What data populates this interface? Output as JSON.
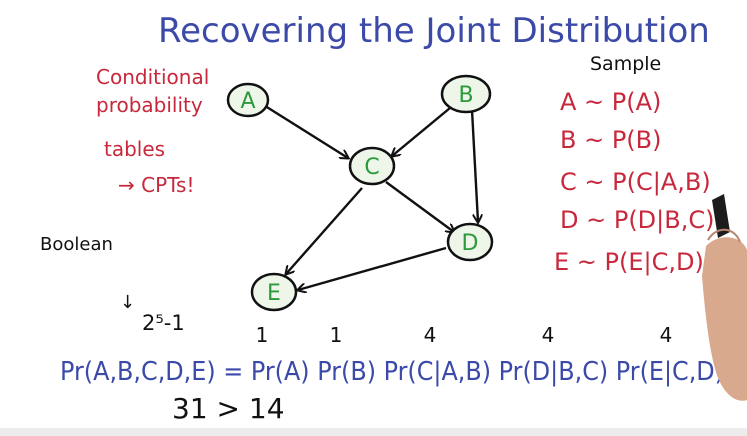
{
  "title": "Recovering the Joint Distribution",
  "cpt_note": [
    "Conditional",
    "probability",
    "tables",
    "→ CPTs!"
  ],
  "boolean_label": "Boolean",
  "nodes": [
    {
      "id": "A",
      "label": "A"
    },
    {
      "id": "B",
      "label": "B"
    },
    {
      "id": "C",
      "label": "C"
    },
    {
      "id": "D",
      "label": "D"
    },
    {
      "id": "E",
      "label": "E"
    }
  ],
  "edges": [
    {
      "from": "A",
      "to": "C"
    },
    {
      "from": "B",
      "to": "C"
    },
    {
      "from": "B",
      "to": "D"
    },
    {
      "from": "C",
      "to": "D"
    },
    {
      "from": "C",
      "to": "E"
    },
    {
      "from": "D",
      "to": "E"
    }
  ],
  "sample": {
    "heading": "Sample",
    "lines": [
      "A ~ P(A)",
      "B ~ P(B)",
      "C ~ P(C|A,B)",
      "D ~ P(D|B,C)",
      "E ~ P(E|C,D)"
    ]
  },
  "count_arrow": "↓",
  "full_count": "2⁵-1",
  "factor_counts": [
    "1",
    "1",
    "4",
    "4",
    "4"
  ],
  "factorization": "Pr(A,B,C,D,E) = Pr(A) Pr(B) Pr(C|A,B) Pr(D|B,C) Pr(E|C,D)",
  "comparison": "31 > 14"
}
